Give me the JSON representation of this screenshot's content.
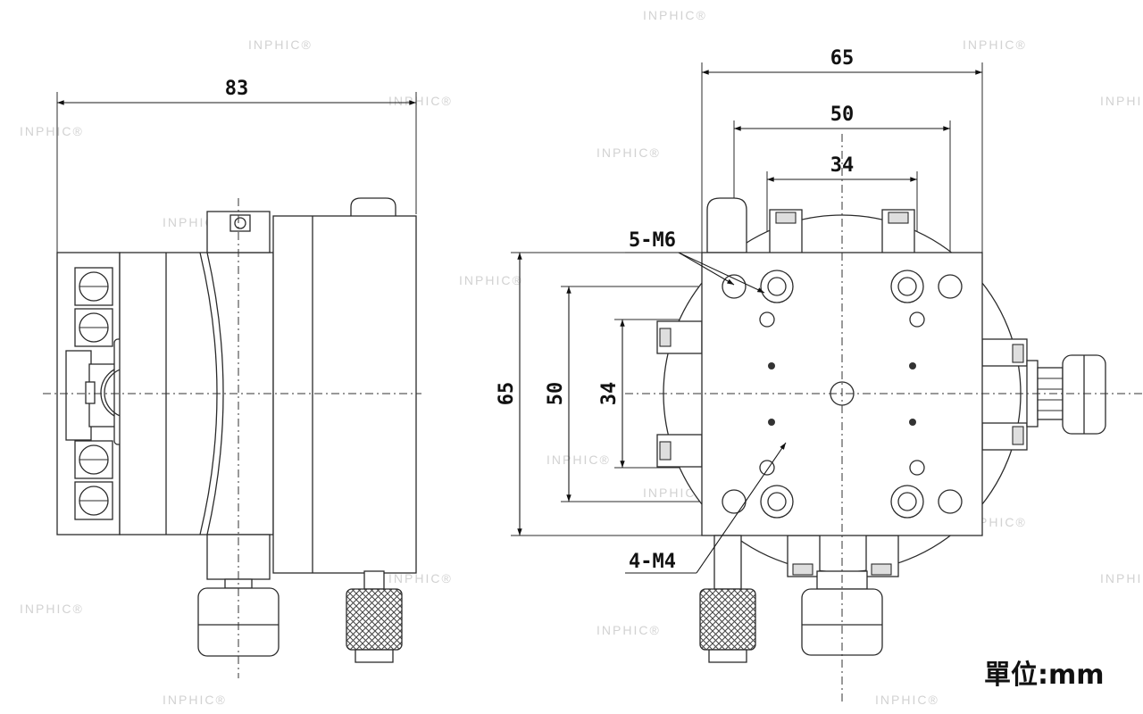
{
  "watermark": "INPHIC®",
  "left_view": {
    "width_dim": "83"
  },
  "right_view": {
    "dims_horizontal": [
      "65",
      "50",
      "34"
    ],
    "dims_vertical": [
      "65",
      "50",
      "34"
    ],
    "callout_top": "5-M6",
    "callout_bottom": "4-M4"
  },
  "unit_label": "單位:mm"
}
